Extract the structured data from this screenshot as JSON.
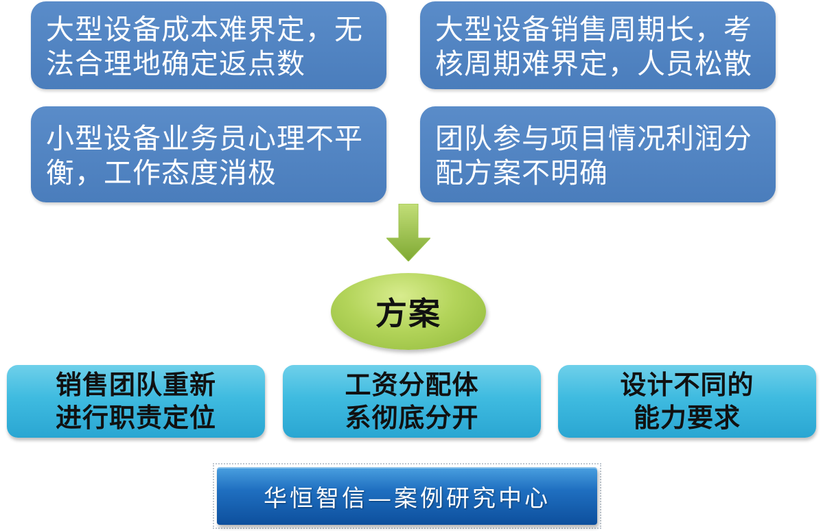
{
  "problems": [
    {
      "line1": "大型设备成本难界定，无",
      "line2": "法合理地确定返点数"
    },
    {
      "line1": "大型设备销售周期长，考",
      "line2": "核周期难界定，人员松散"
    },
    {
      "line1": "小型设备业务员心理不平",
      "line2": "衡，工作态度消极"
    },
    {
      "line1": "团队参与项目情况利润分",
      "line2": "配方案不明确"
    }
  ],
  "center": {
    "label": "方案"
  },
  "solutions": [
    {
      "line1": "销售团队重新",
      "line2": "进行职责定位"
    },
    {
      "line1": "工资分配体",
      "line2": "系彻底分开"
    },
    {
      "line1": "设计不同的",
      "line2": "能力要求"
    }
  ],
  "footer": {
    "label": "华恒智信—案例研究中心"
  },
  "colors": {
    "problem_box": "#4f81bd",
    "solution_box": "#31b0dc",
    "oval": "#9bc346",
    "arrow": "#8cb83f",
    "banner": "#1560b0"
  }
}
